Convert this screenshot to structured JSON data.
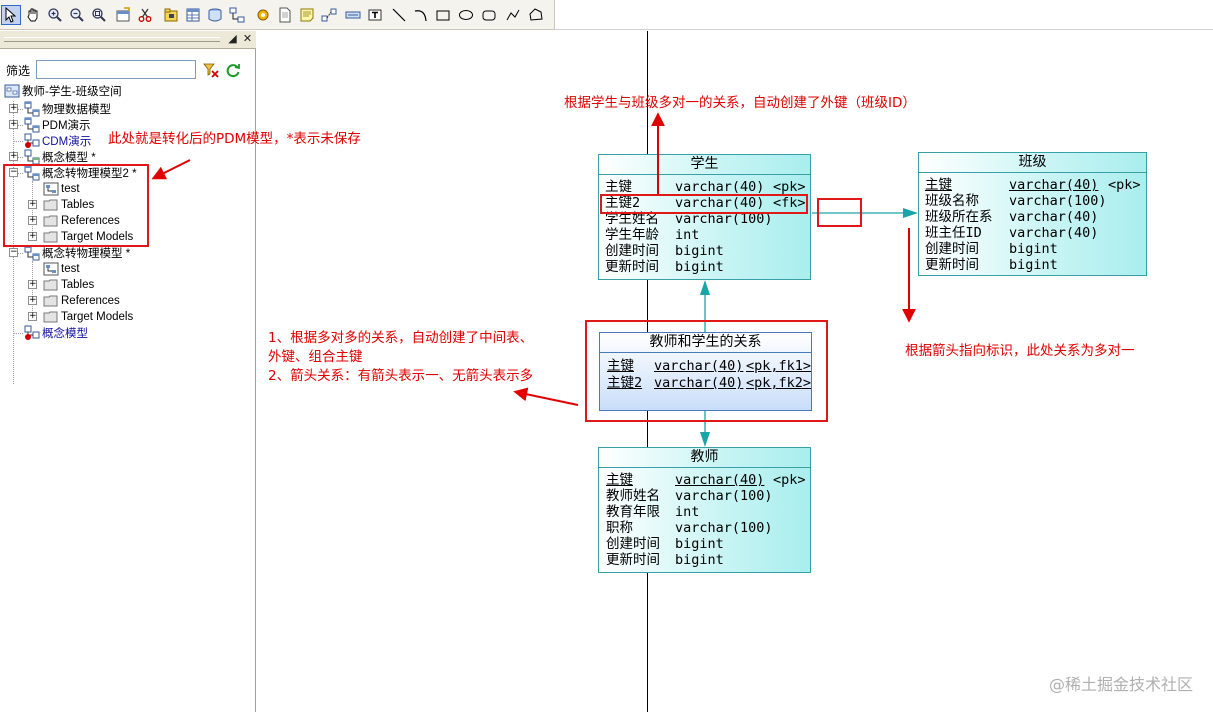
{
  "toolbar": {
    "tools": [
      "pointer-icon",
      "hand-icon",
      "zoom-in-icon",
      "zoom-out-icon",
      "zoom-fit-icon",
      "properties-icon",
      "cut-icon",
      "package-icon",
      "table-icon",
      "view-icon",
      "reference-icon",
      "procedure-icon",
      "file-icon",
      "note-icon",
      "link-icon",
      "text-icon",
      "title-icon",
      "line-icon",
      "arc-icon",
      "rectangle-icon",
      "ellipse-icon",
      "rounded-rectangle-icon",
      "polyline-icon",
      "polygon-icon"
    ]
  },
  "browser": {
    "filter_label": "筛选",
    "filter_value": "",
    "tree": {
      "workspace": "教师-学生-班级空间",
      "items": [
        {
          "label": "物理数据模型"
        },
        {
          "label": "PDM演示"
        },
        {
          "label": "CDM演示"
        },
        {
          "label": "概念模型 *"
        },
        {
          "label": "概念转物理模型2 *",
          "children": [
            "test",
            "Tables",
            "References",
            "Target Models"
          ]
        },
        {
          "label": "概念转物理模型 *",
          "children": [
            "test",
            "Tables",
            "References",
            "Target Models"
          ]
        },
        {
          "label": "概念模型"
        }
      ]
    }
  },
  "diagram": {
    "entities": {
      "student": {
        "title": "学生",
        "rows": [
          {
            "name": "主键",
            "type": "varchar(40)",
            "key": "<pk>"
          },
          {
            "name": "主键2",
            "type": "varchar(40)",
            "key": "<fk>"
          },
          {
            "name": "学生姓名",
            "type": "varchar(100)",
            "key": ""
          },
          {
            "name": "学生年龄",
            "type": "int",
            "key": ""
          },
          {
            "name": "创建时间",
            "type": "bigint",
            "key": ""
          },
          {
            "name": "更新时间",
            "type": "bigint",
            "key": ""
          }
        ]
      },
      "class": {
        "title": "班级",
        "rows": [
          {
            "name": "主键",
            "type": "varchar(40)",
            "key": "<pk>"
          },
          {
            "name": "班级名称",
            "type": "varchar(100)",
            "key": ""
          },
          {
            "name": "班级所在系",
            "type": "varchar(40)",
            "key": ""
          },
          {
            "name": "班主任ID",
            "type": "varchar(40)",
            "key": ""
          },
          {
            "name": "创建时间",
            "type": "bigint",
            "key": ""
          },
          {
            "name": "更新时间",
            "type": "bigint",
            "key": ""
          }
        ]
      },
      "relation": {
        "title": "教师和学生的关系",
        "rows": [
          {
            "name": "主键",
            "type": "varchar(40)",
            "key": "<pk,fk1>"
          },
          {
            "name": "主键2",
            "type": "varchar(40)",
            "key": "<pk,fk2>"
          }
        ]
      },
      "teacher": {
        "title": "教师",
        "rows": [
          {
            "name": "主键",
            "type": "varchar(40)",
            "key": "<pk>"
          },
          {
            "name": "教师姓名",
            "type": "varchar(100)",
            "key": ""
          },
          {
            "name": "教育年限",
            "type": "int",
            "key": ""
          },
          {
            "name": "职称",
            "type": "varchar(100)",
            "key": ""
          },
          {
            "name": "创建时间",
            "type": "bigint",
            "key": ""
          },
          {
            "name": "更新时间",
            "type": "bigint",
            "key": ""
          }
        ]
      }
    },
    "annotations": {
      "pdm_note": "此处就是转化后的PDM模型，*表示未保存",
      "fk_note": "根据学生与班级多对一的关系，自动创建了外键（班级ID）",
      "arrow_note": "根据箭头指向标识，此处关系为多对一",
      "mm_note_1": "1、根据多对多的关系，自动创建了中间表、",
      "mm_note_2": "外键、组合主键",
      "mm_note_3": "2、箭头关系：有箭头表示一、无箭头表示多"
    },
    "colors": {
      "annotation": "#e00000",
      "connector": "#1aa3a8",
      "entity_border": "#3aa0a8"
    }
  },
  "watermark": "@稀土掘金技术社区"
}
